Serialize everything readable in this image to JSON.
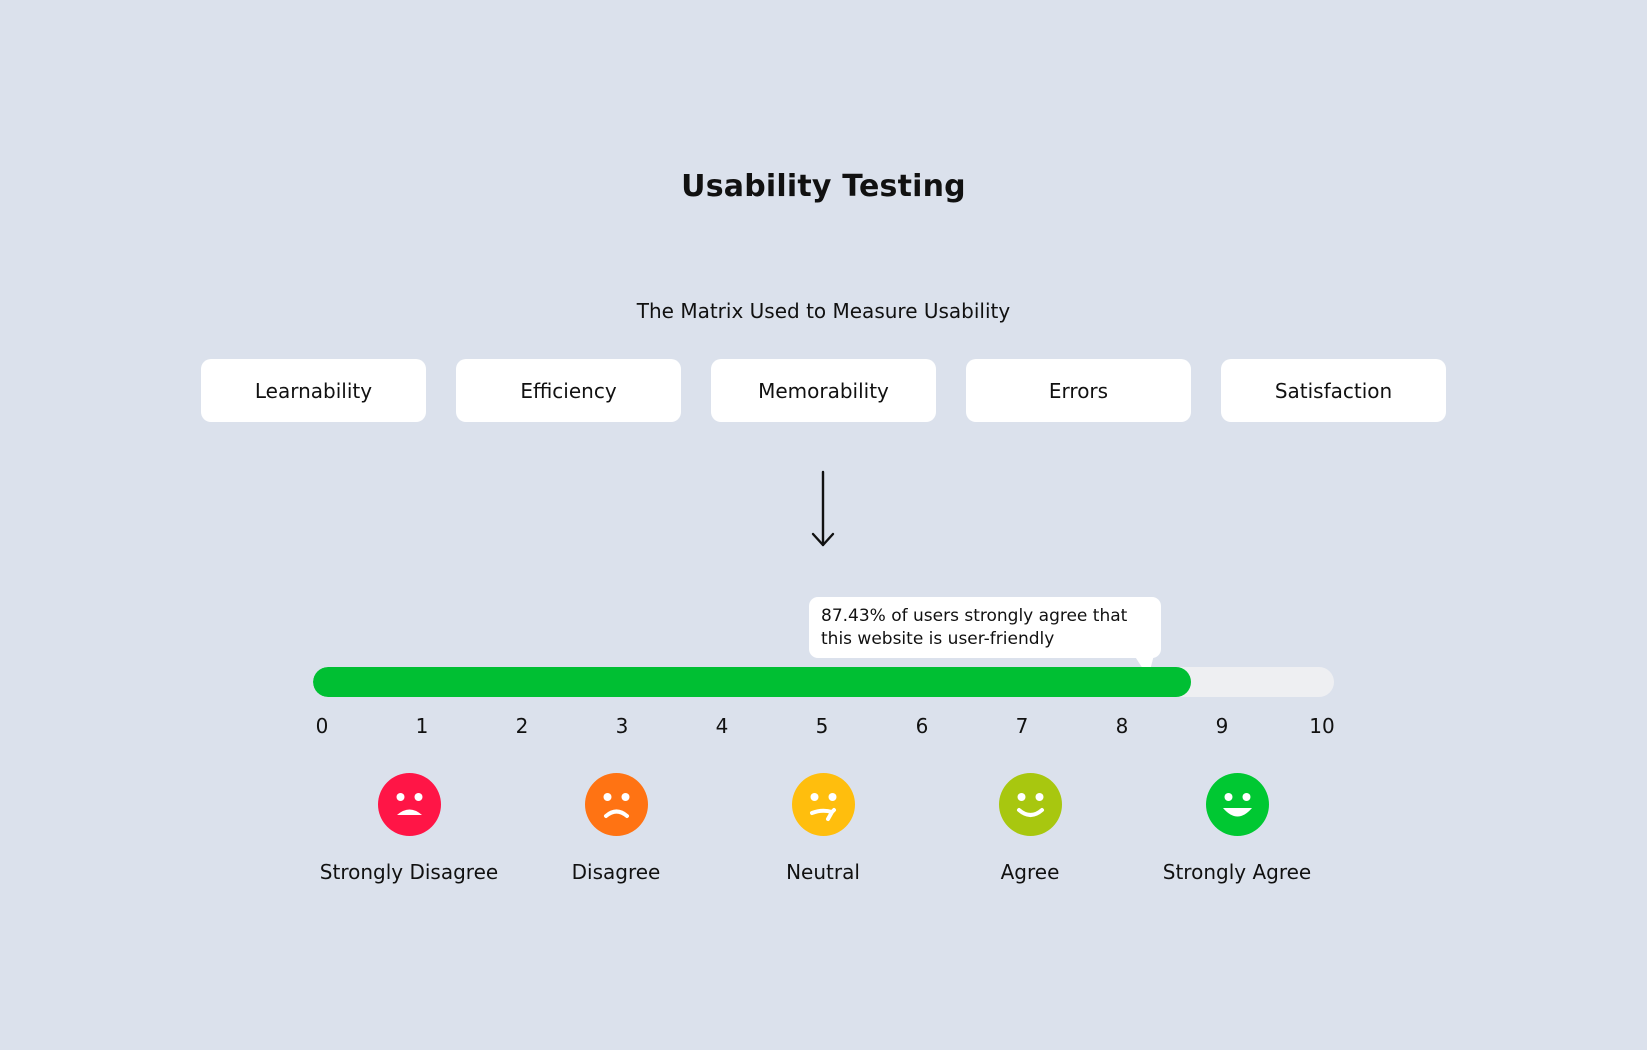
{
  "title": "Usability Testing",
  "subtitle": "The Matrix Used to Measure Usability",
  "metrics": [
    {
      "label": "Learnability"
    },
    {
      "label": "Efficiency"
    },
    {
      "label": "Memorability"
    },
    {
      "label": "Errors"
    },
    {
      "label": "Satisfaction"
    }
  ],
  "callout": {
    "line1": "87.43% of users strongly agree that",
    "line2": "this website is user-friendly"
  },
  "scale": {
    "value": 8.6,
    "min": 0,
    "max": 10,
    "ticks": [
      "0",
      "1",
      "2",
      "3",
      "4",
      "5",
      "6",
      "7",
      "8",
      "9",
      "10"
    ],
    "fill_color": "#00bf33",
    "track_color": "#eeeff2"
  },
  "ratings": [
    {
      "label": "Strongly Disagree",
      "color": "#ff1546",
      "icon": "very-sad-face-icon"
    },
    {
      "label": "Disagree",
      "color": "#ff7313",
      "icon": "sad-face-icon"
    },
    {
      "label": "Neutral",
      "color": "#ffbe0d",
      "icon": "neutral-face-icon"
    },
    {
      "label": "Agree",
      "color": "#a8c70f",
      "icon": "smile-face-icon"
    },
    {
      "label": "Strongly Agree",
      "color": "#00c832",
      "icon": "grin-face-icon"
    }
  ]
}
